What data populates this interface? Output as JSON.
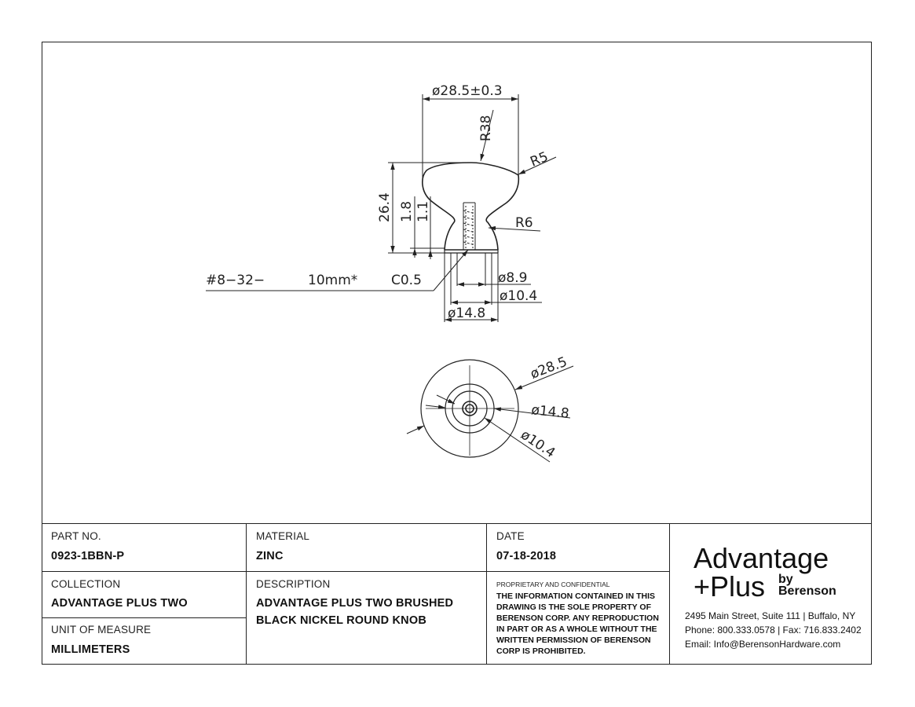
{
  "drawing": {
    "side_view": {
      "dim_diameter_top": "ø28.5±0.3",
      "dim_r38": "R38",
      "dim_r5": "R5",
      "dim_height": "26.4",
      "dim_1_8": "1.8",
      "dim_1_1": "1.1",
      "dim_r6": "R6",
      "thread_note": "#8−32−",
      "depth_note": "10mm*",
      "chamfer_note": "C0.5",
      "dim_8_9": "ø8.9",
      "dim_10_4": "ø10.4",
      "dim_14_8": "ø14.8"
    },
    "bottom_view": {
      "dim_28_5": "ø28.5",
      "dim_14_8": "ø14.8",
      "dim_10_4": "ø10.4"
    }
  },
  "title_block": {
    "part_no_label": "PART NO.",
    "part_no": "0923-1BBN-P",
    "material_label": "MATERIAL",
    "material": "ZINC",
    "date_label": "DATE",
    "date": "07-18-2018",
    "collection_label": "COLLECTION",
    "collection": "ADVANTAGE PLUS TWO",
    "description_label": "DESCRIPTION",
    "description_line1": "ADVANTAGE PLUS TWO BRUSHED",
    "description_line2": "BLACK NICKEL ROUND KNOB",
    "uom_label": "UNIT OF MEASURE",
    "uom": "MILLIMETERS",
    "confidential_title": "PROPRIETARY AND CONFIDENTIAL",
    "confidential_text": "THE INFORMATION CONTAINED IN THIS DRAWING IS THE SOLE PROPERTY OF BERENSON CORP. ANY REPRODUCTION IN PART OR AS A WHOLE WITHOUT THE WRITTEN PERMISSION OF BERENSON CORP IS PROHIBITED."
  },
  "brand": {
    "line1": "Advantage",
    "line2": "+Plus",
    "by": "by",
    "company": "Berenson",
    "address": "2495 Main Street, Suite 111 | Buffalo, NY",
    "phone": "Phone: 800.333.0578 | Fax: 716.833.2402",
    "email": "Email: Info@BerensonHardware.com"
  }
}
